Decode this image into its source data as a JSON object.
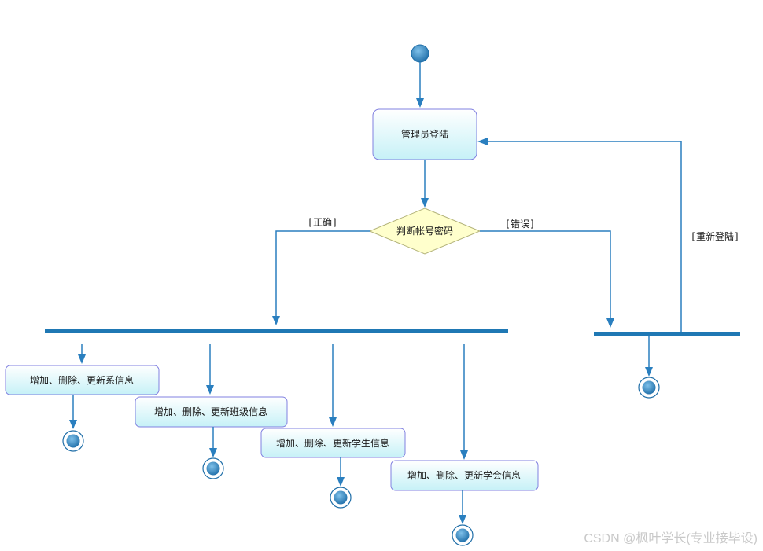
{
  "diagram": {
    "type": "uml-activity",
    "nodes": {
      "admin_login": "管理员登陆",
      "decision": "判断帐号密码",
      "act_dept": "增加、删除、更新系信息",
      "act_class": "增加、删除、更新班级信息",
      "act_student": "增加、删除、更新学生信息",
      "act_union": "增加、删除、更新学会信息"
    },
    "guards": {
      "correct": "[正确]",
      "wrong": "[错误]",
      "relogin": "[重新登陆]"
    }
  },
  "watermark": "CSDN @枫叶学长(专业接毕设)",
  "colors": {
    "edge": "#2a7fbf",
    "bar": "#1f78b4",
    "node_border": "#8080e0",
    "node_fill_top": "#ffffff",
    "node_fill_bottom": "#c6f1f7",
    "decision_fill": "#ffffcc",
    "decision_border": "#b3b37a",
    "start_dot": "#3b8fc6"
  }
}
